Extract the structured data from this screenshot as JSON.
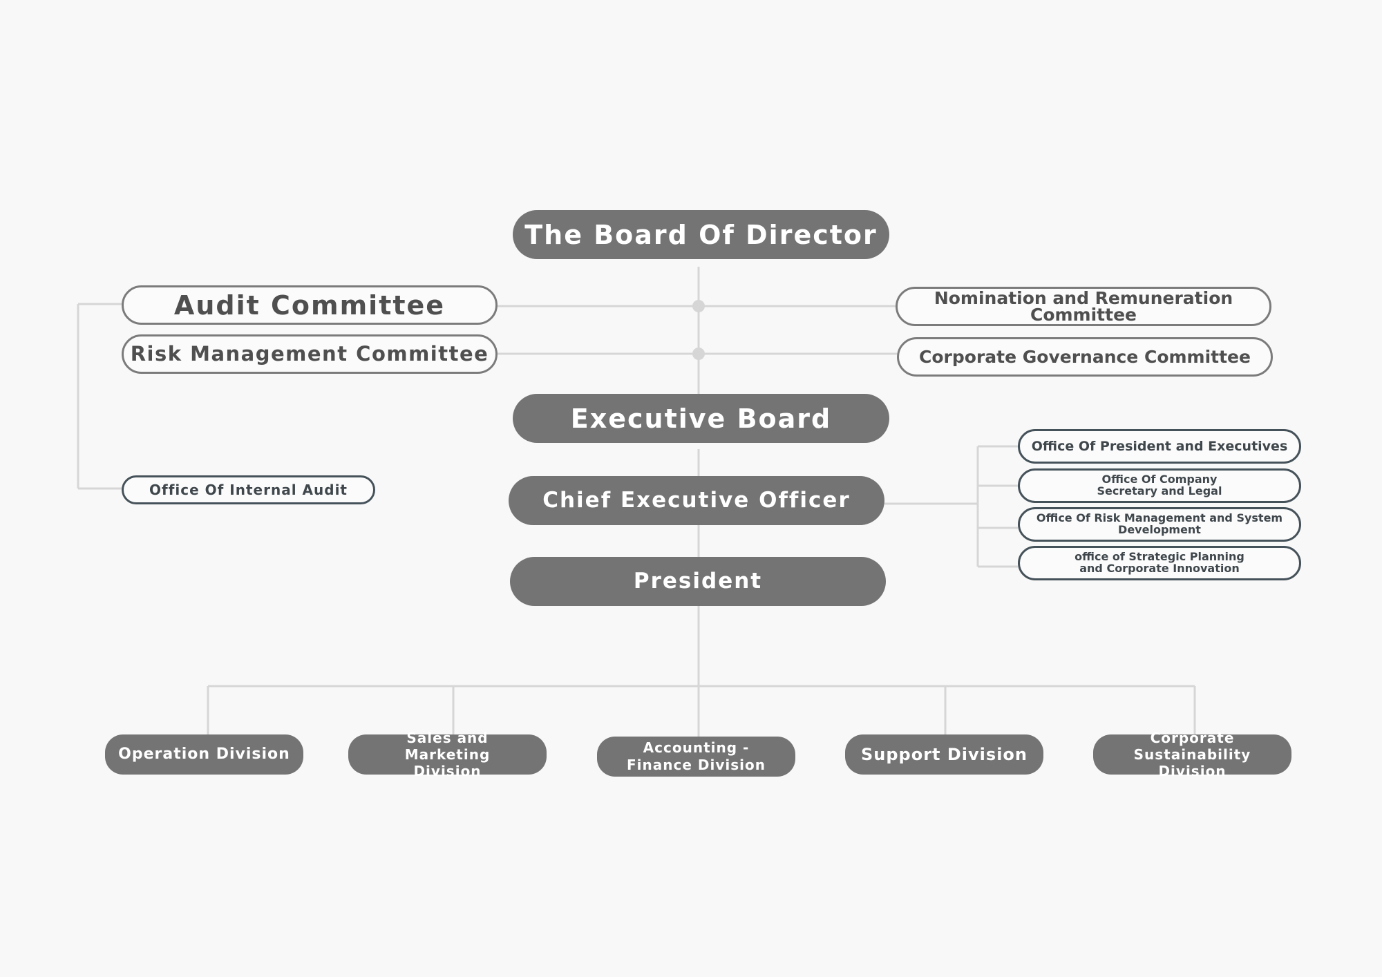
{
  "board": {
    "label": "The Board Of Director"
  },
  "committees": {
    "audit": "Audit Committee",
    "risk": "Risk Management Committee",
    "nomination": "Nomination and Remuneration Committee",
    "governance": "Corporate Governance Committee"
  },
  "executive_board": {
    "label": "Executive Board"
  },
  "internal_audit": {
    "label": "Office Of Internal Audit"
  },
  "ceo": {
    "label": "Chief Executive Officer"
  },
  "president": {
    "label": "President"
  },
  "ceo_offices": [
    {
      "label": "Office Of President and Executives"
    },
    {
      "label": "Office Of Company Secretary and Legal"
    },
    {
      "label": "Office Of Risk Management and System Development"
    },
    {
      "label": "office of Strategic Planning and Corporate Innovation"
    }
  ],
  "divisions": [
    {
      "label": "Operation Division"
    },
    {
      "label": "Sales and Marketing Division"
    },
    {
      "label": "Accounting - Finance Division"
    },
    {
      "label": "Support Division"
    },
    {
      "label": "Corporate Sustainability Division"
    }
  ]
}
